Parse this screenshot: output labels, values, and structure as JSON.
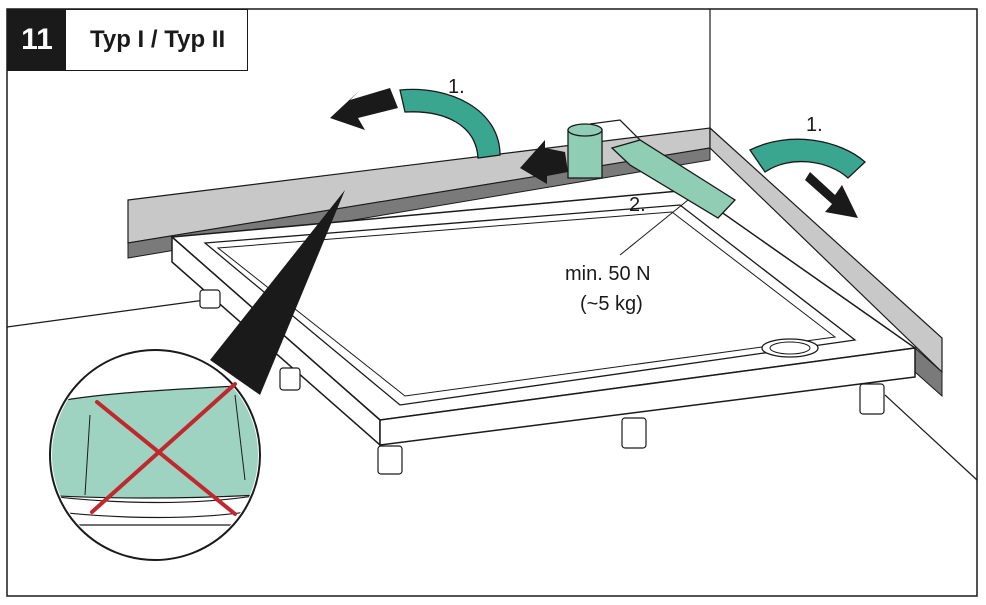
{
  "step": {
    "number": "11",
    "title": "Typ I  /  Typ II"
  },
  "callouts": {
    "step1_left": "1.",
    "step1_right": "1.",
    "step2": "2.",
    "force": "min. 50 N",
    "weight": "(~5 kg)"
  },
  "colors": {
    "tape": "#9dd3c0",
    "roller": "#8fcdb5",
    "wall_strip": "#c8c8c8",
    "wall_strip_dark": "#7a7a7a",
    "arrow_green": "#3aa68f",
    "cross": "#c0282d",
    "line": "#1a1a1a"
  }
}
